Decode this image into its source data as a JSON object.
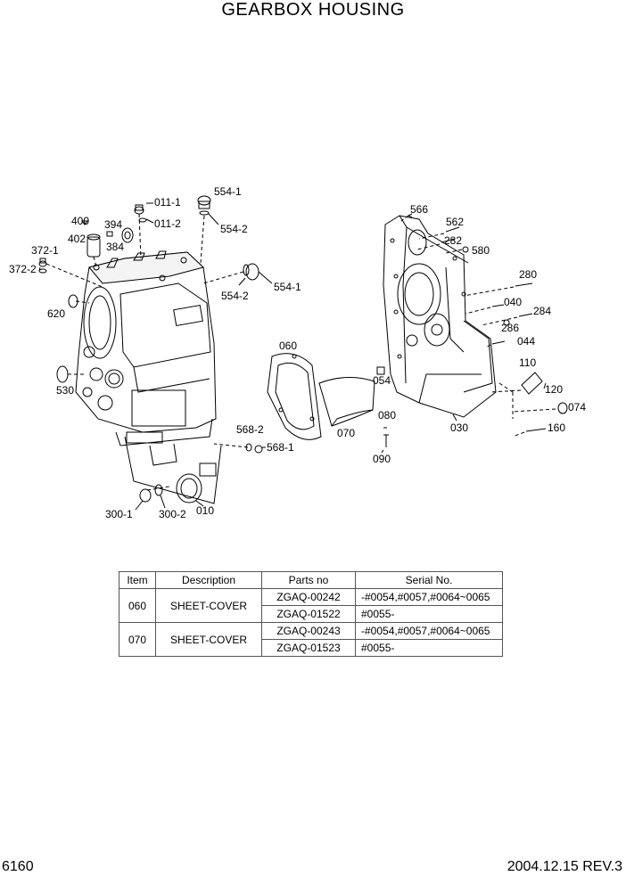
{
  "title": "GEARBOX HOUSING",
  "callouts": {
    "c011_1": "011-1",
    "c011_2": "011-2",
    "c554_1a": "554-1",
    "c554_2a": "554-2",
    "c400": "400",
    "c394": "394",
    "c384": "384",
    "c402": "402",
    "c372_1": "372-1",
    "c372_2": "372-2",
    "c620": "620",
    "c530": "530",
    "c554_2b": "554-2",
    "c554_1b": "554-1",
    "c568_2": "568-2",
    "c568_1": "568-1",
    "c300_1": "300-1",
    "c300_2": "300-2",
    "c010": "010",
    "c060": "060",
    "c070": "070",
    "c054": "054",
    "c080": "080",
    "c090": "090",
    "c566": "566",
    "c562": "562",
    "c282": "282",
    "c580": "580",
    "c280": "280",
    "c040": "040",
    "c284": "284",
    "c286": "286",
    "c044": "044",
    "c110": "110",
    "c120": "120",
    "c074": "074",
    "c030": "030",
    "c160": "160"
  },
  "table": {
    "headers": [
      "Item",
      "Description",
      "Parts no",
      "Serial No."
    ],
    "groups": [
      {
        "item": "060",
        "description": "SHEET-COVER",
        "rows": [
          {
            "parts_no": "ZGAQ-00242",
            "serial": "-#0054,#0057,#0064~0065"
          },
          {
            "parts_no": "ZGAQ-01522",
            "serial": "#0055-"
          }
        ]
      },
      {
        "item": "070",
        "description": "SHEET-COVER",
        "rows": [
          {
            "parts_no": "ZGAQ-00243",
            "serial": "-#0054,#0057,#0064~0065"
          },
          {
            "parts_no": "ZGAQ-01523",
            "serial": "#0055-"
          }
        ]
      }
    ]
  },
  "footer": {
    "page_number": "6160",
    "revision": "2004.12.15  REV.3"
  }
}
